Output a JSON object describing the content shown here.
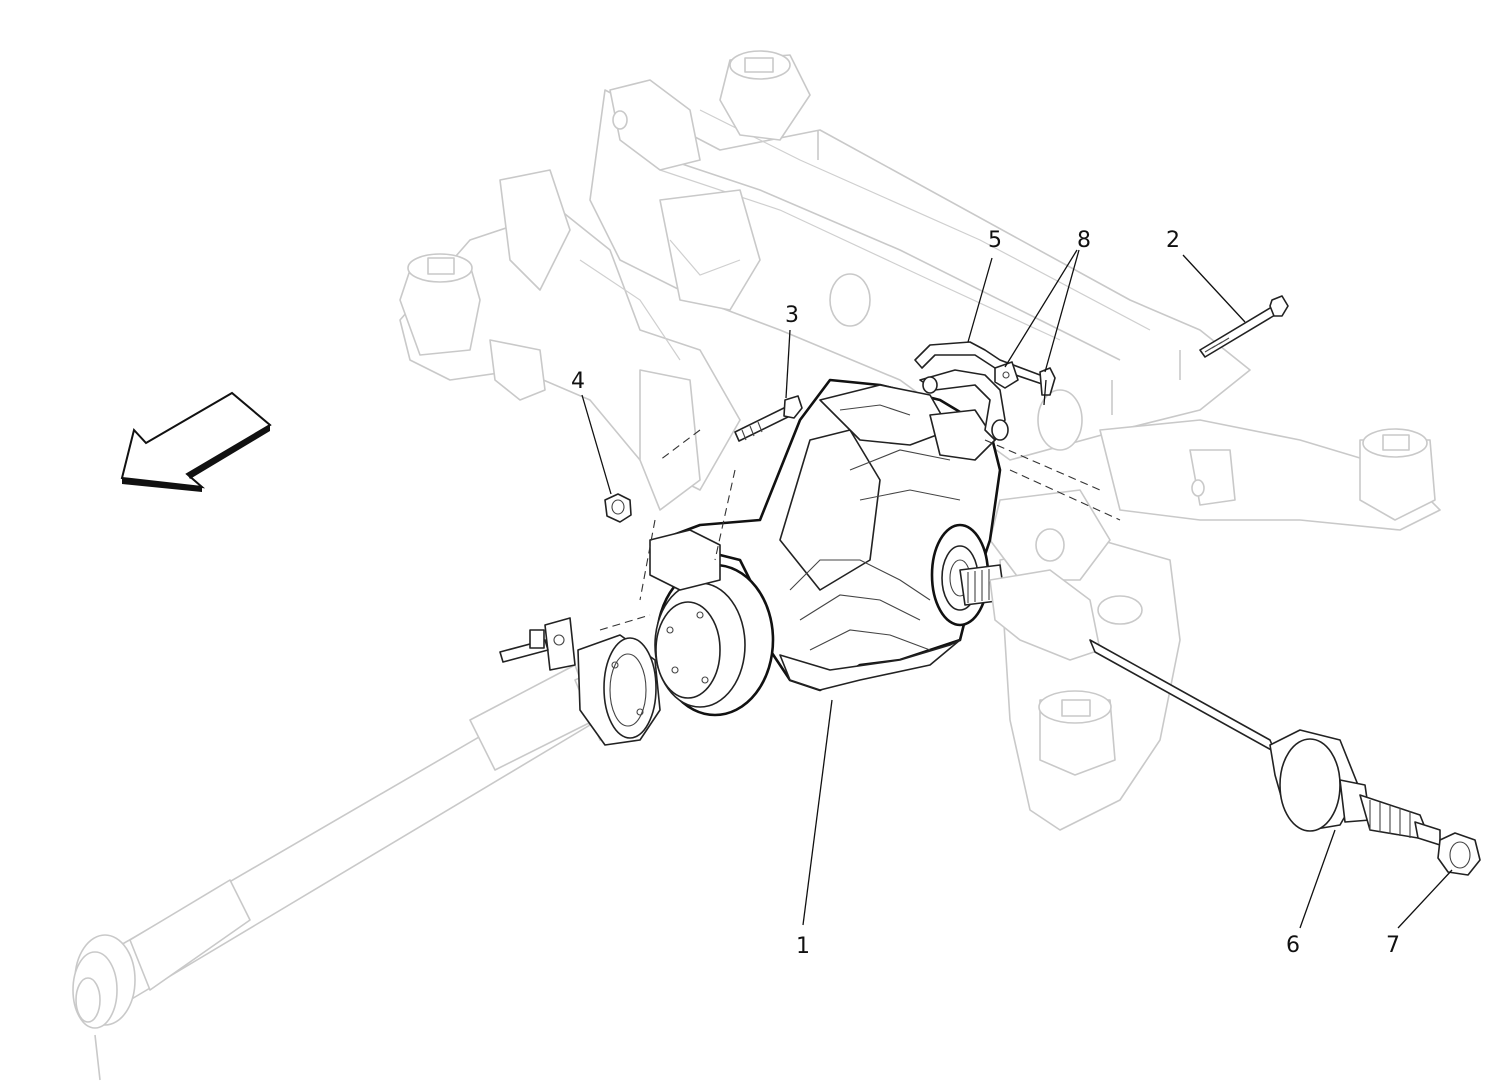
{
  "diagram": {
    "callouts": [
      {
        "id": "1",
        "label": "1"
      },
      {
        "id": "2",
        "label": "2"
      },
      {
        "id": "3",
        "label": "3"
      },
      {
        "id": "4",
        "label": "4"
      },
      {
        "id": "5",
        "label": "5"
      },
      {
        "id": "6",
        "label": "6"
      },
      {
        "id": "7",
        "label": "7"
      },
      {
        "id": "8",
        "label": "8"
      }
    ],
    "direction_arrow": "arrow-left-icon",
    "colors": {
      "line": "#222222",
      "ghost": "#c9c9c9",
      "background": "#ffffff"
    }
  }
}
